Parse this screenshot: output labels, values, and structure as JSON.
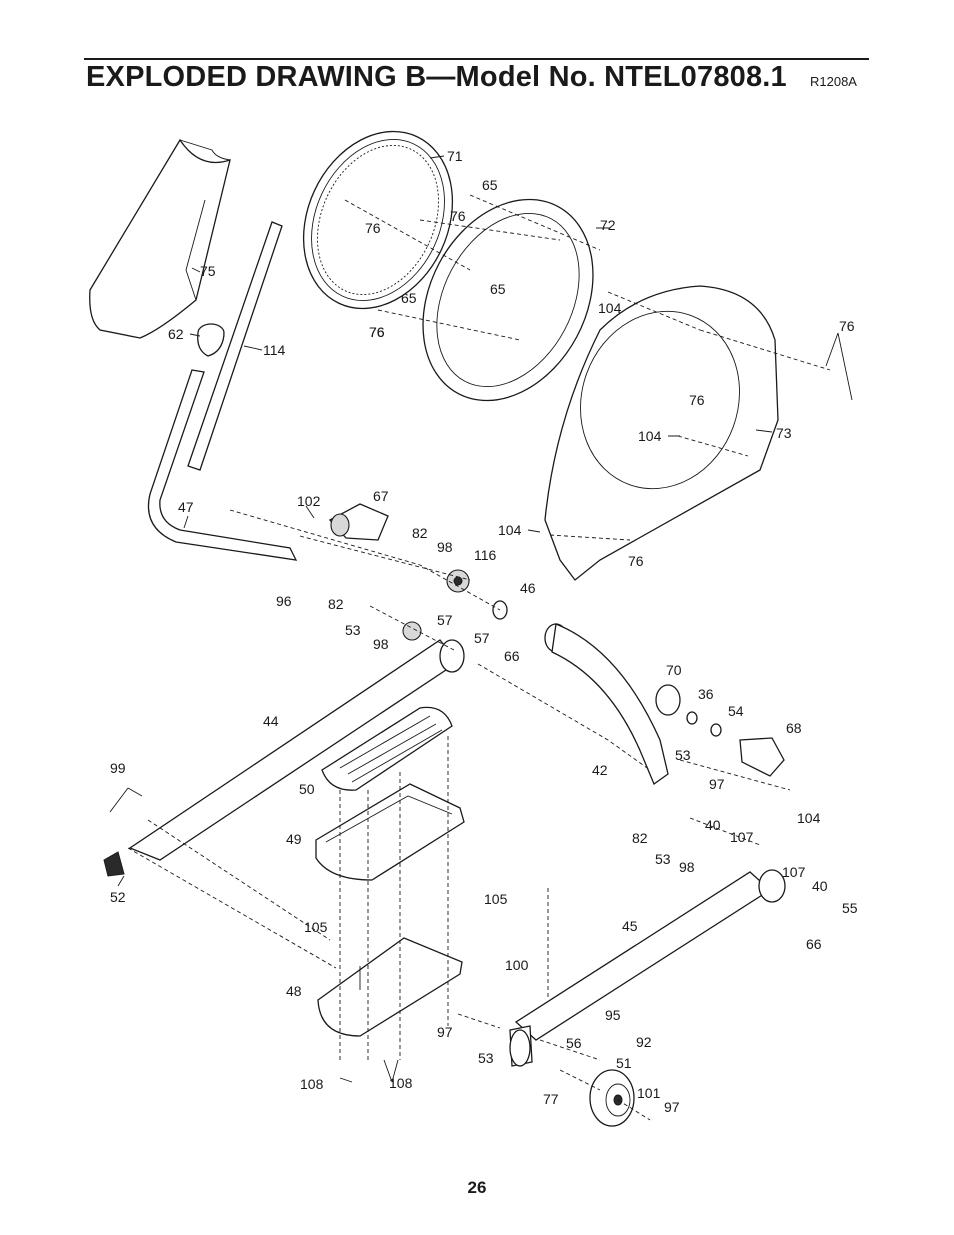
{
  "header": {
    "title": "EXPLODED DRAWING B—Model No. NTEL07808.1",
    "drawing_code": "R1208A"
  },
  "callouts": [
    "71",
    "65",
    "76",
    "76",
    "72",
    "76",
    "75",
    "65",
    "65",
    "104",
    "76",
    "76",
    "62",
    "114",
    "76",
    "104",
    "73",
    "47",
    "102",
    "67",
    "82",
    "98",
    "116",
    "104",
    "76",
    "96",
    "46",
    "82",
    "53",
    "57",
    "98",
    "57",
    "66",
    "70",
    "36",
    "54",
    "68",
    "44",
    "42",
    "53",
    "97",
    "99",
    "104",
    "50",
    "82",
    "40",
    "107",
    "53",
    "98",
    "107",
    "49",
    "40",
    "52",
    "105",
    "55",
    "105",
    "45",
    "66",
    "100",
    "48",
    "95",
    "97",
    "56",
    "92",
    "53",
    "51",
    "101",
    "97",
    "77",
    "108",
    "108"
  ],
  "page_number": "26"
}
